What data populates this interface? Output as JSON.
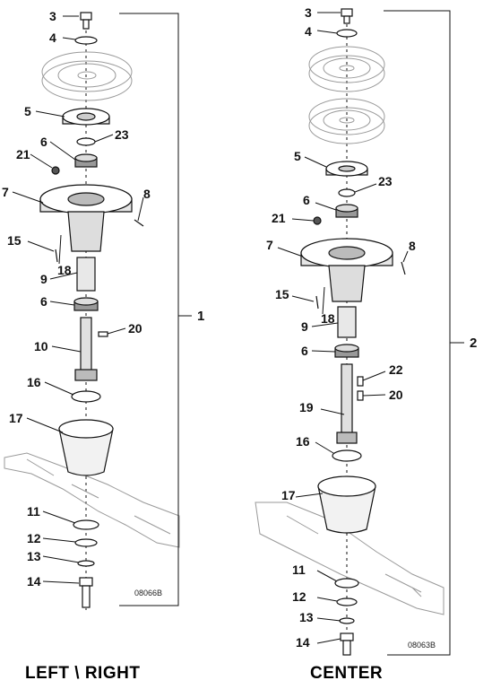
{
  "left_assembly": {
    "caption": "LEFT \\ RIGHT",
    "drawing_code": "08066B",
    "assembly_ref": "1",
    "callouts": [
      "3",
      "4",
      "5",
      "23",
      "6",
      "21",
      "7",
      "8",
      "15",
      "18",
      "9",
      "6",
      "20",
      "10",
      "16",
      "17",
      "11",
      "12",
      "13",
      "14"
    ]
  },
  "center_assembly": {
    "caption": "CENTER",
    "drawing_code": "08063B",
    "assembly_ref": "2",
    "callouts": [
      "3",
      "4",
      "5",
      "23",
      "6",
      "21",
      "7",
      "8",
      "15",
      "18",
      "9",
      "6",
      "22",
      "20",
      "19",
      "16",
      "17",
      "11",
      "12",
      "13",
      "14"
    ]
  },
  "colors": {
    "line": "#111111",
    "ghost_line": "#9a9a9a",
    "background": "#ffffff"
  }
}
